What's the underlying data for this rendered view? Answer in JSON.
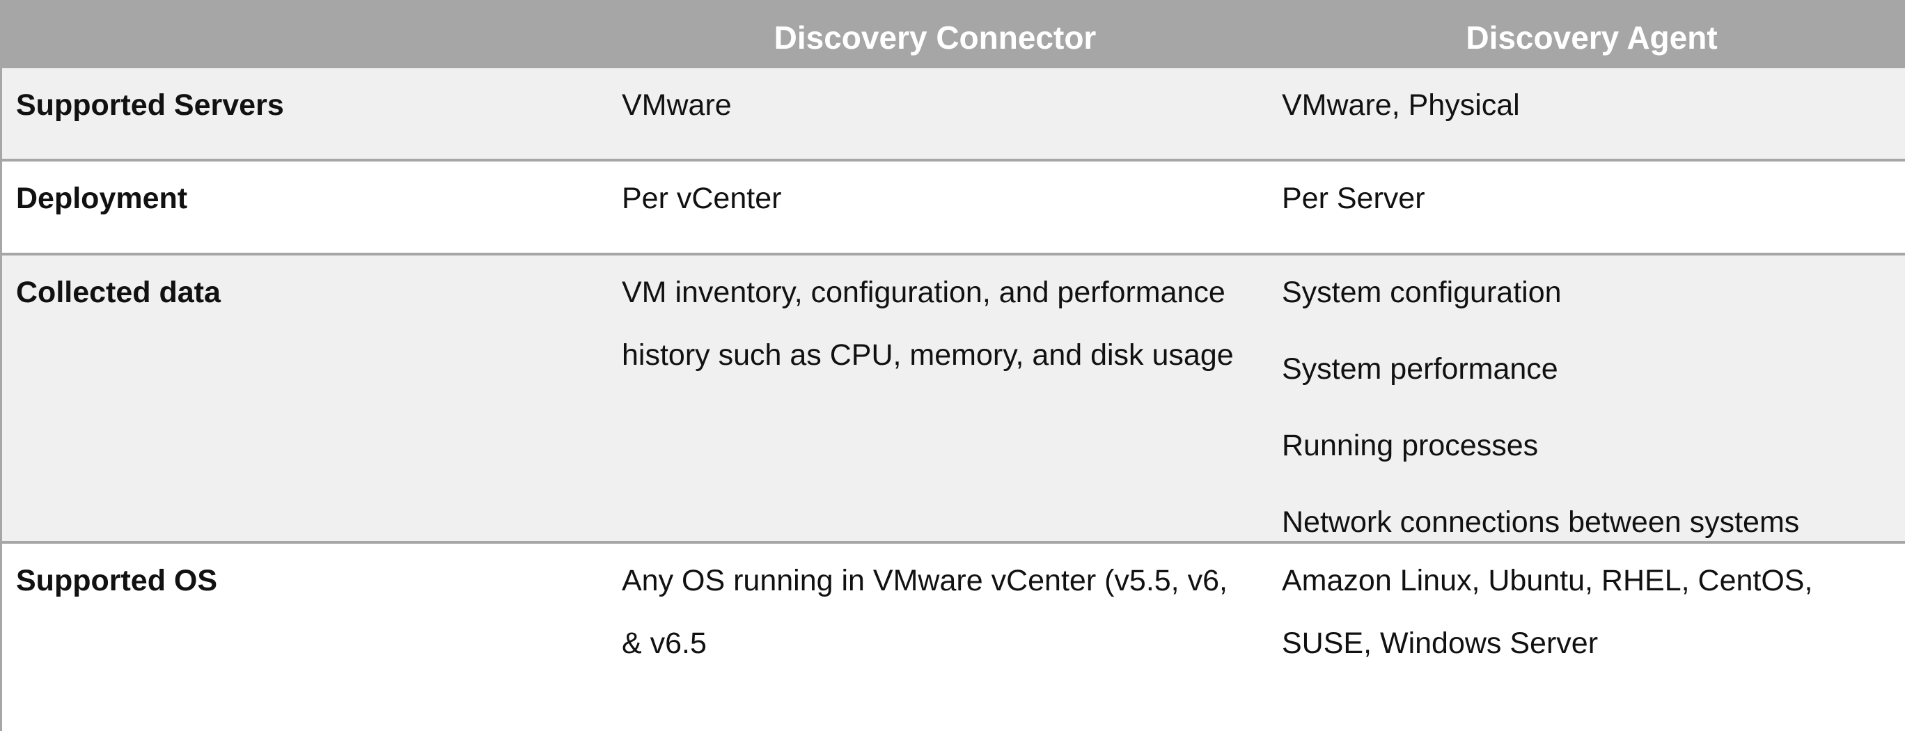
{
  "header": {
    "col1": "",
    "col2": "Discovery Connector",
    "col3": "Discovery Agent"
  },
  "rows": [
    {
      "label": "Supported Servers",
      "connector": "VMware",
      "agent": [
        "VMware, Physical"
      ]
    },
    {
      "label": "Deployment",
      "connector": "Per vCenter",
      "agent": [
        "Per Server"
      ]
    },
    {
      "label": "Collected data",
      "connector": "VM inventory, configuration, and performance history such as CPU, memory, and disk usage",
      "agent": [
        "System configuration",
        "System performance",
        "Running processes",
        "Network connections between systems"
      ]
    },
    {
      "label": "Supported OS",
      "connector": "Any OS running in VMware vCenter (v5.5, v6, & v6.5",
      "agent": [
        "Amazon Linux, Ubuntu, RHEL, CentOS,",
        "SUSE, Windows Server"
      ]
    }
  ]
}
